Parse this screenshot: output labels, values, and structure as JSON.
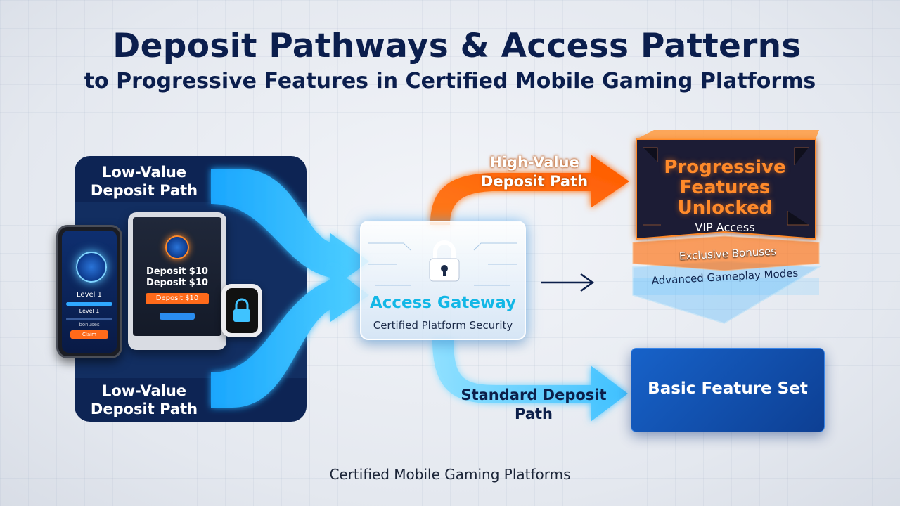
{
  "title": {
    "line1": "Deposit Pathways & Access Patterns",
    "line2": "to Progressive Features in Certified Mobile Gaming Platforms"
  },
  "left_panel": {
    "top_label": "Low-Value Deposit Path",
    "bottom_label": "Low-Value Deposit Path"
  },
  "devices": {
    "phone": {
      "level": "Level 1",
      "level_small": "Level 1",
      "bonus": "bonuses",
      "button": "Claim"
    },
    "tablet": {
      "deposit_line1": "Deposit $10",
      "deposit_line2": "Deposit $10",
      "button": "Deposit $10"
    }
  },
  "gateway": {
    "title": "Access Gateway",
    "subtitle": "Certified Platform Security"
  },
  "paths": {
    "high_value": "High-Value Deposit Path",
    "standard": "Standard Deposit Path"
  },
  "progressive": {
    "title": "Progressive Features Unlocked",
    "tier1": "VIP Access",
    "tier2": "Exclusive Bonuses",
    "tier3": "Advanced Gameplay Modes"
  },
  "basic": {
    "label": "Basic Feature Set"
  },
  "caption": "Certified Mobile Gaming Platforms",
  "colors": {
    "navy": "#0b1e4d",
    "cyan_arrow": "#3fc3ff",
    "orange_arrow": "#ff6a10",
    "gateway_text": "#12b7e6",
    "progressive_text": "#ff8a2a",
    "basic_box": "#1762c9"
  }
}
